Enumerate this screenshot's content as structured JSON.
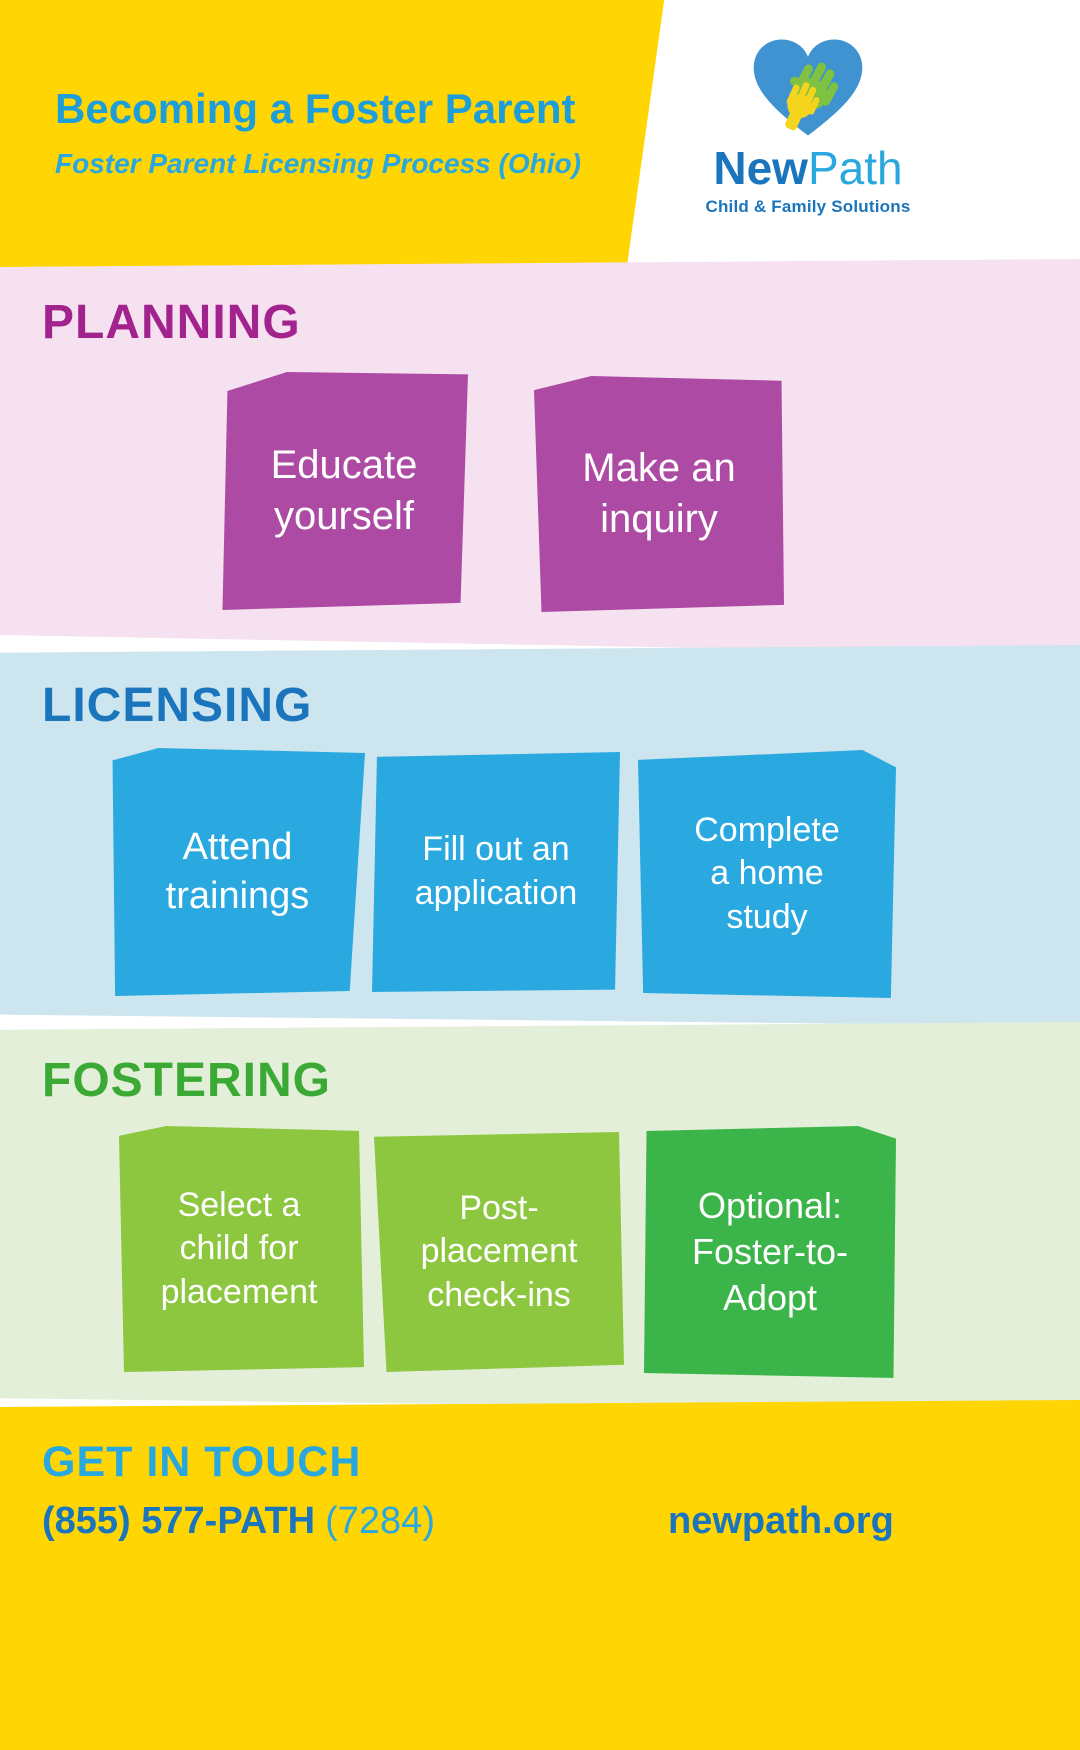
{
  "colors": {
    "brand_yellow": "#FFD504",
    "title_blue": "#1E9ED9",
    "subtitle_blue": "#29A8DF",
    "planning_bg": "#F5E1EF",
    "planning_heading": "#A3238E",
    "planning_card": "#AD4AA3",
    "licensing_bg": "#CCE5EE",
    "licensing_heading": "#1B75BC",
    "licensing_card": "#29A9E0",
    "fostering_bg": "#E4EFD9",
    "fostering_heading": "#3AAA35",
    "fostering_card_light": "#8DC63F",
    "fostering_card_dark": "#3BB54A",
    "footer_dark_blue": "#1B75BC",
    "footer_light_blue": "#29A8DF",
    "card_text": "#FFFFFF"
  },
  "header": {
    "title": "Becoming a Foster Parent",
    "subtitle": "Foster Parent Licensing Process (Ohio)",
    "logo": {
      "brand_first": "New",
      "brand_second": "Path",
      "tagline": "Child & Family Solutions"
    }
  },
  "sections": [
    {
      "id": "planning",
      "heading": "PLANNING",
      "cards": [
        {
          "label": "Educate\nyourself"
        },
        {
          "label": "Make an\ninquiry"
        }
      ]
    },
    {
      "id": "licensing",
      "heading": "LICENSING",
      "cards": [
        {
          "label": "Attend\ntrainings"
        },
        {
          "label": "Fill out an\napplication"
        },
        {
          "label": "Complete\na home\nstudy"
        }
      ]
    },
    {
      "id": "fostering",
      "heading": "FOSTERING",
      "cards": [
        {
          "label": "Select a\nchild for\nplacement"
        },
        {
          "label": "Post-\nplacement\ncheck-ins"
        },
        {
          "label": "Optional:\nFoster-to-\nAdopt"
        }
      ]
    }
  ],
  "footer": {
    "heading": "GET IN TOUCH",
    "phone": "(855) 577-PATH",
    "phone_suffix": "(7284)",
    "website": "newpath.org"
  }
}
